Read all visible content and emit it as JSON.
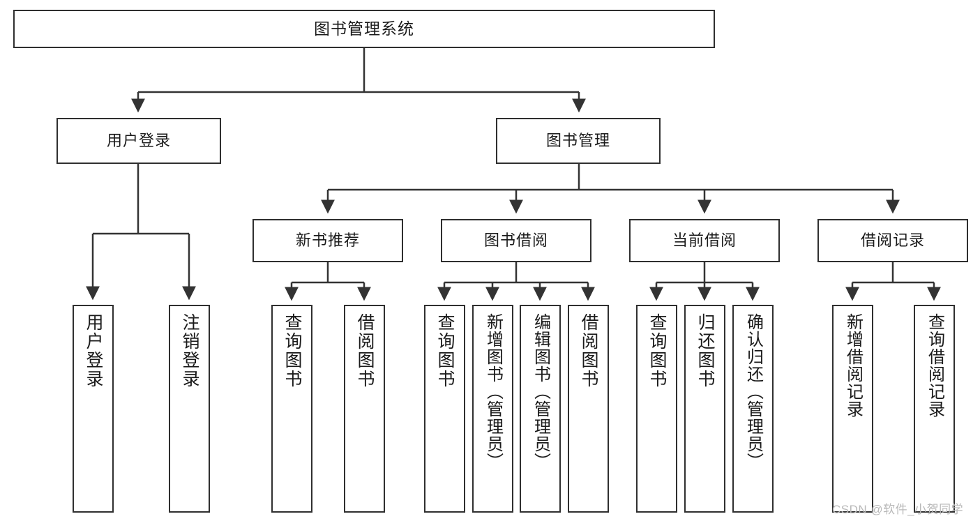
{
  "diagram": {
    "title": "图书管理系统",
    "type": "tree-hierarchy-diagram",
    "watermark": "CSDN @软件_小贺同学",
    "colors": {
      "box_border": "#2f2f2f",
      "box_fill": "#ffffff",
      "edge": "#333333",
      "text": "#1a1a1a",
      "watermark": "#b9b9b9",
      "background": "#ffffff"
    },
    "root": {
      "label": "图书管理系统"
    },
    "level1": [
      {
        "label": "用户登录"
      },
      {
        "label": "图书管理"
      }
    ],
    "level2": [
      {
        "label": "新书推荐"
      },
      {
        "label": "图书借阅"
      },
      {
        "label": "当前借阅"
      },
      {
        "label": "借阅记录"
      }
    ],
    "leaves": {
      "user_login": [
        {
          "label": "用户登录"
        },
        {
          "label": "注销登录"
        }
      ],
      "new_book": [
        {
          "label": "查询图书"
        },
        {
          "label": "借阅图书"
        }
      ],
      "book_borrow": [
        {
          "label": "查询图书"
        },
        {
          "label": "新增图书（管理员）"
        },
        {
          "label": "编辑图书（管理员）"
        },
        {
          "label": "借阅图书"
        }
      ],
      "current_borrow": [
        {
          "label": "查询图书"
        },
        {
          "label": "归还图书"
        },
        {
          "label": "确认归还（管理员）"
        }
      ],
      "borrow_record": [
        {
          "label": "新增借阅记录"
        },
        {
          "label": "查询借阅记录"
        }
      ]
    }
  }
}
